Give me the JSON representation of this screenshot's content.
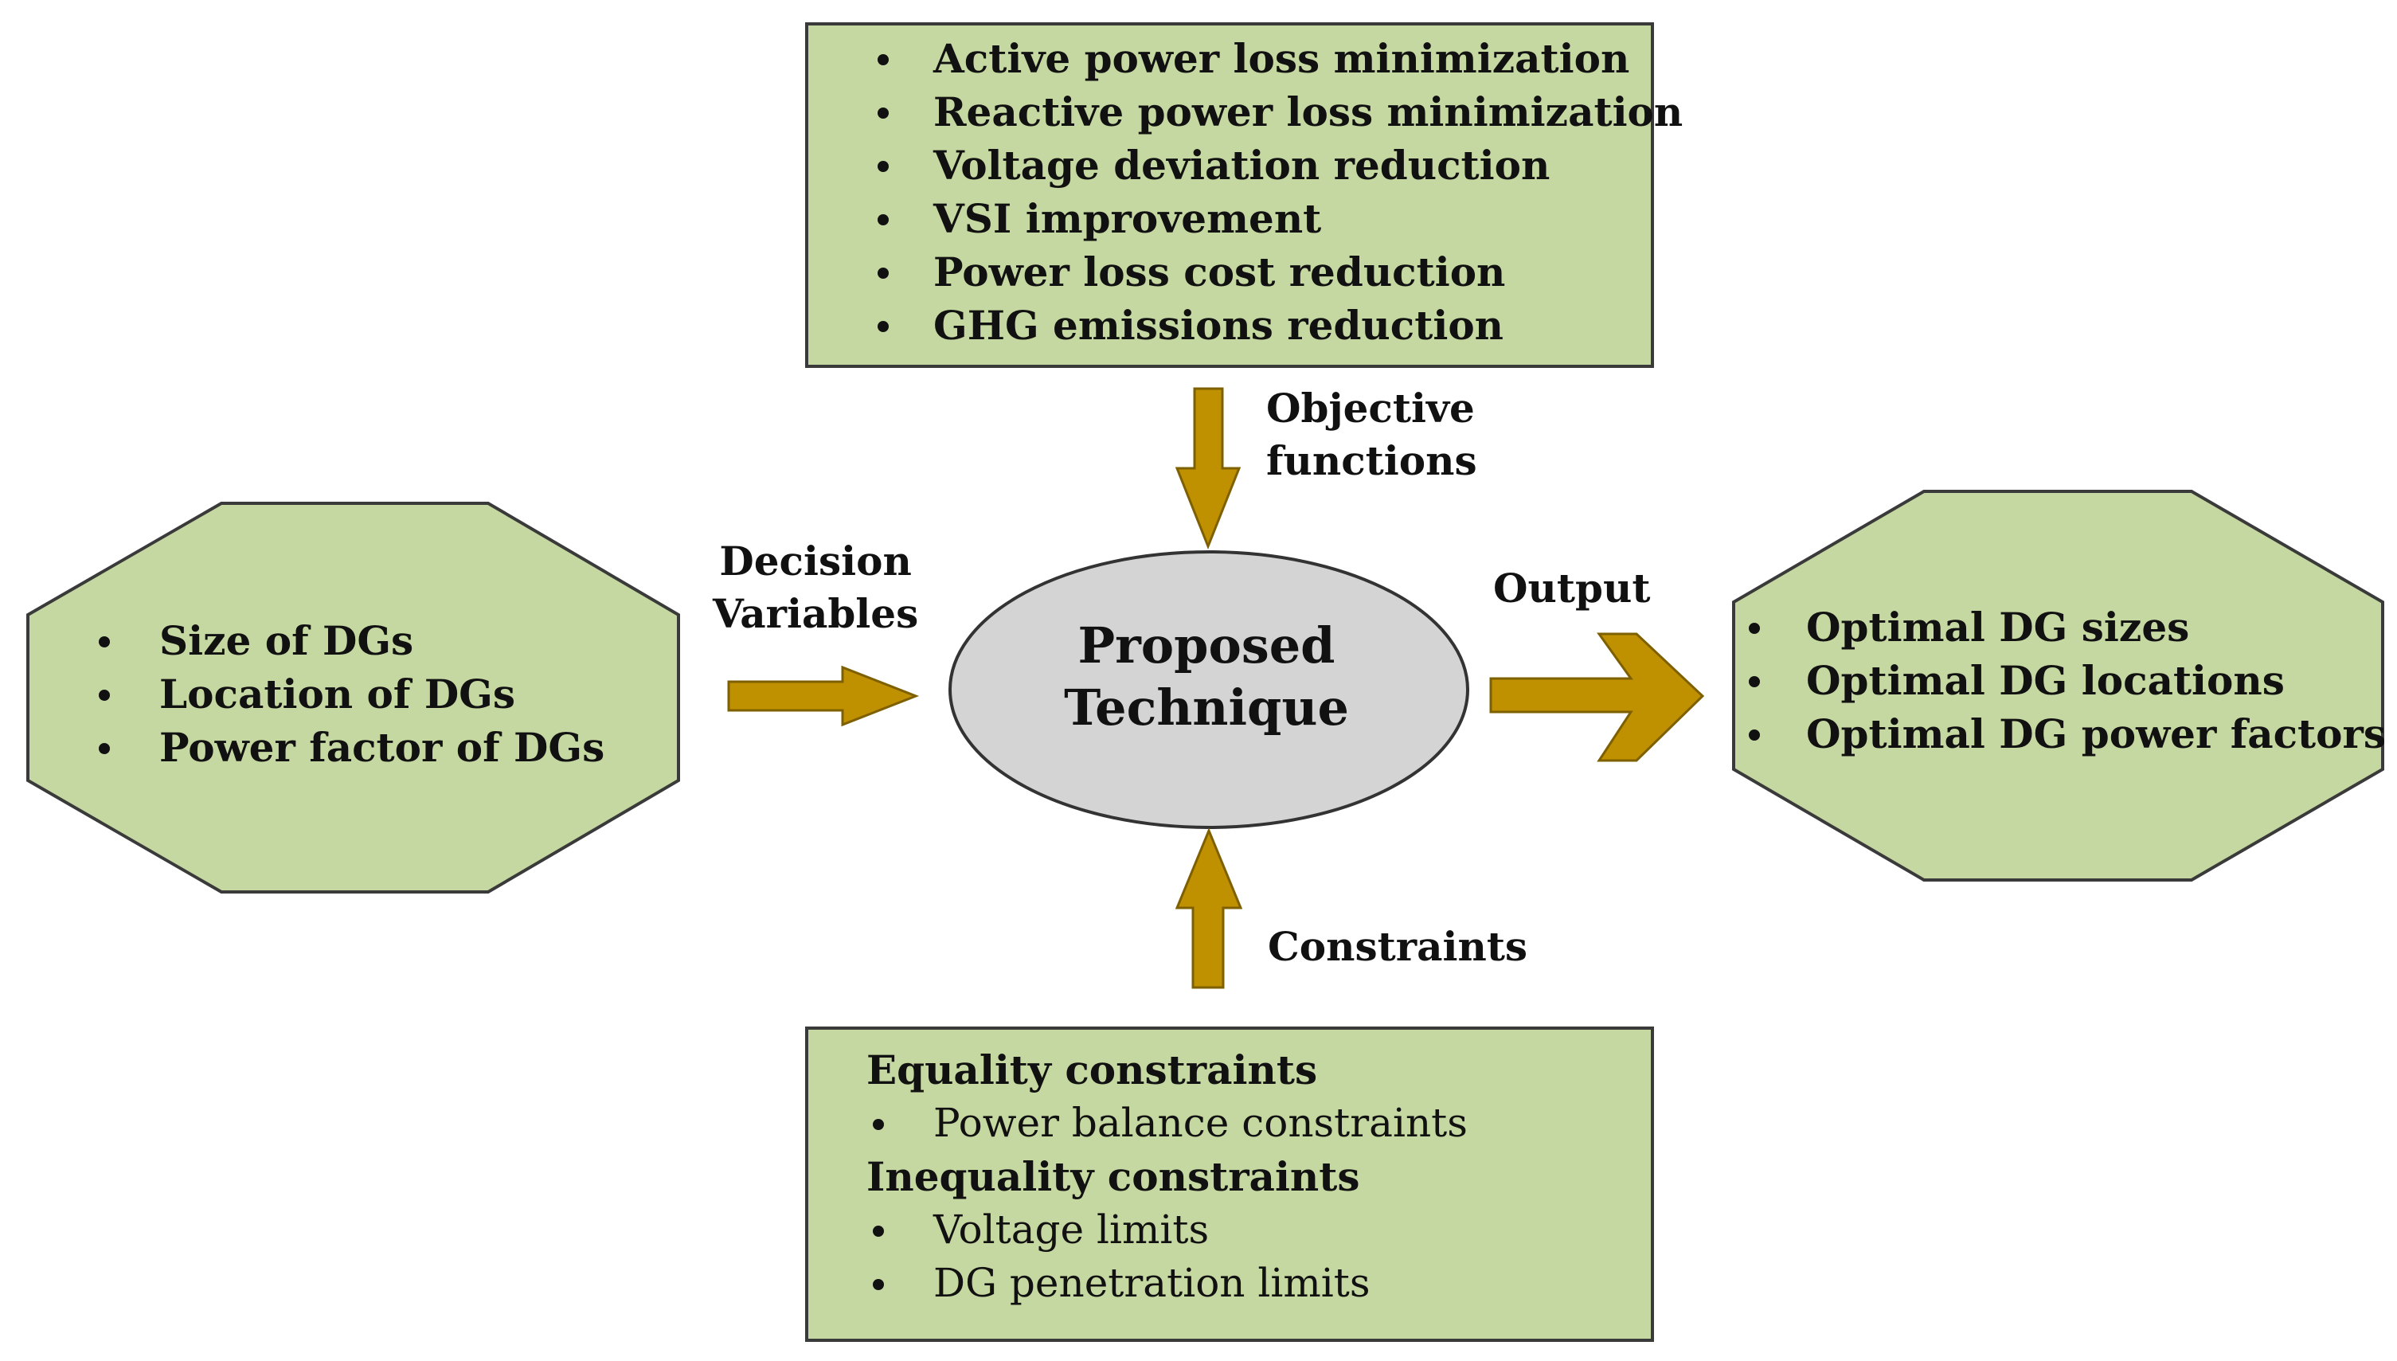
{
  "colors": {
    "box_fill": "#c6d8a1",
    "box_stroke": "#3a3a3a",
    "arrow_fill": "#bf9000",
    "arrow_stroke": "#7f6000",
    "ellipse_fill": "#d4d4d4",
    "ellipse_stroke": "#333333"
  },
  "center": {
    "line1": "Proposed",
    "line2": "Technique"
  },
  "objectives": {
    "items": [
      "Active power loss minimization",
      "Reactive power loss minimization",
      "Voltage deviation reduction",
      "VSI improvement",
      "Power loss cost reduction",
      "GHG emissions reduction"
    ]
  },
  "decision_variables": {
    "items": [
      "Size of DGs",
      "Location of DGs",
      "Power factor of DGs"
    ]
  },
  "outputs": {
    "items": [
      "Optimal DG sizes",
      "Optimal DG locations",
      "Optimal DG power factors"
    ]
  },
  "constraints": {
    "equality_heading": "Equality constraints",
    "equality_items": [
      "Power balance constraints"
    ],
    "inequality_heading": "Inequality constraints",
    "inequality_items": [
      "Voltage limits",
      "DG penetration limits"
    ]
  },
  "labels": {
    "objective_line1": "Objective",
    "objective_line2": "functions",
    "decision_line1": "Decision",
    "decision_line2": "Variables",
    "output": "Output",
    "constraints": "Constraints"
  }
}
